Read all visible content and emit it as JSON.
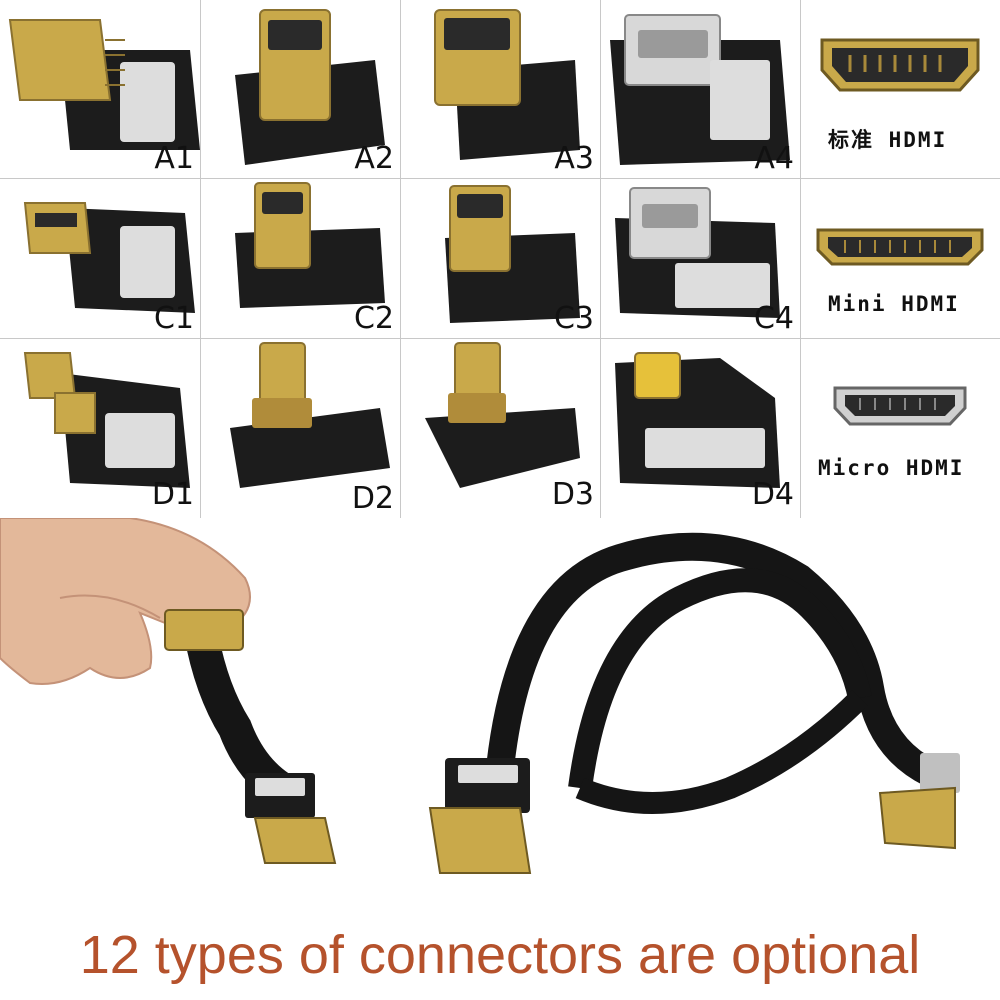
{
  "grid": {
    "rows": [
      {
        "cells": [
          {
            "code": "A1",
            "kind": "pcb-flat-male"
          },
          {
            "code": "A2",
            "kind": "pcb-vertical-male"
          },
          {
            "code": "A3",
            "kind": "pcb-vertical-male"
          },
          {
            "code": "A4",
            "kind": "pcb-female"
          }
        ],
        "standard": {
          "label": "标准 HDMI",
          "icon": "standard-hdmi-port-icon"
        }
      },
      {
        "cells": [
          {
            "code": "C1",
            "kind": "pcb-flat-male"
          },
          {
            "code": "C2",
            "kind": "pcb-vertical-male"
          },
          {
            "code": "C3",
            "kind": "pcb-vertical-male"
          },
          {
            "code": "C4",
            "kind": "pcb-female"
          }
        ],
        "standard": {
          "label": "Mini HDMI",
          "icon": "mini-hdmi-port-icon"
        }
      },
      {
        "cells": [
          {
            "code": "D1",
            "kind": "pcb-flat-male"
          },
          {
            "code": "D2",
            "kind": "pcb-vertical-male"
          },
          {
            "code": "D3",
            "kind": "pcb-vertical-male"
          },
          {
            "code": "D4",
            "kind": "pcb-female"
          }
        ],
        "standard": {
          "label": "Micro HDMI",
          "icon": "micro-hdmi-port-icon"
        }
      }
    ]
  },
  "photo": {
    "subject": "hand-holding-flat-hdmi-cable"
  },
  "caption": "12 types of connectors are optional",
  "colors": {
    "gold": "#c9a94a",
    "pcb": "#1c1c1c",
    "caption": "#b5522c",
    "divider": "#c8c8c8"
  }
}
